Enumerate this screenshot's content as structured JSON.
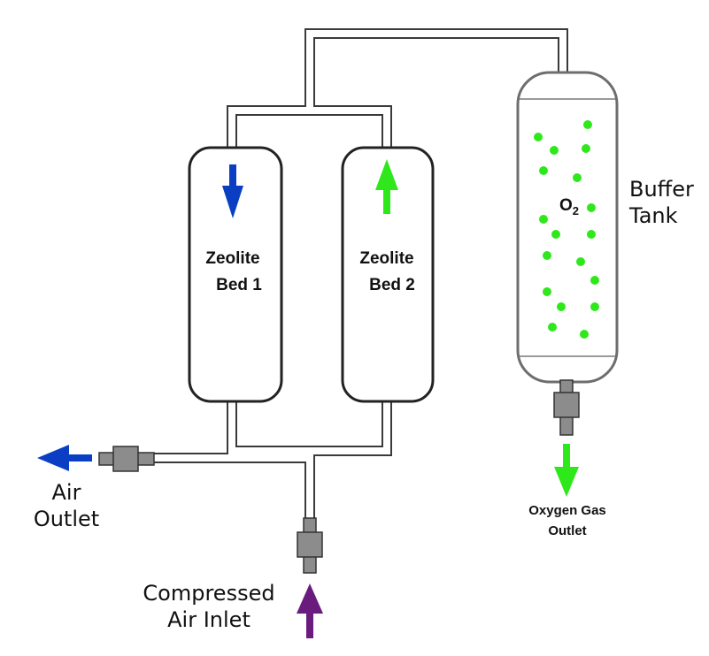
{
  "beds": [
    {
      "line1": "Zeolite",
      "line2": "Bed 1",
      "flow": "down"
    },
    {
      "line1": "Zeolite",
      "line2": "Bed 2",
      "flow": "up"
    }
  ],
  "buffer_tank": {
    "line1": "Buffer",
    "line2": "Tank",
    "contents_label": "O",
    "contents_subscript": "2"
  },
  "ports": {
    "air_outlet": {
      "line1": "Air",
      "line2": "Outlet"
    },
    "compressed_air_inlet": {
      "line1": "Compressed",
      "line2": "Air Inlet"
    },
    "oxygen_gas_outlet": {
      "line1": "Oxygen Gas",
      "line2": "Outlet"
    }
  },
  "colors": {
    "down_flow": "#0a3fc4",
    "up_flow": "#2ee81c",
    "oxygen": "#2ee81c",
    "inlet": "#6a1b7e",
    "fitting": "#8c8c8c"
  },
  "icons": [
    "arrow-down-icon",
    "arrow-up-icon",
    "arrow-left-icon"
  ]
}
